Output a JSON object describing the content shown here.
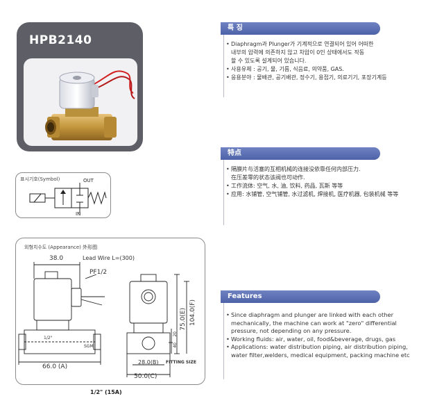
{
  "product": {
    "model": "HPB2140"
  },
  "symbol": {
    "label": "표시기호(Symbol)",
    "out_label": "OUT",
    "in_label": "IN"
  },
  "appearance": {
    "label": "외형치수도 (Appearance) 外形图",
    "dims": {
      "width_top": "38.0",
      "lead_wire": "Lead Wire L=(300)",
      "port": "PF1/2",
      "total_height": "104.0(F)",
      "body_height": "75.0(E)",
      "h1": "40",
      "h2": "20",
      "length_a": "66.0 (A)",
      "pipe_label": "1/2\"",
      "sgm": "SGM",
      "width_b": "28.0(B)",
      "width_c": "50.0(C)",
      "fitting_size": "FITTING SIZE"
    },
    "size_caption": "1/2\" (15A)"
  },
  "korean": {
    "header": "특  징",
    "items": [
      [
        "Diaphragm과 Plunger가 기계적으로 연결되어 있어 어떠한",
        "내부의 압력에 의존하지 않고 차압이 0인 상태에서도 작동",
        "할 수 있도록 설계되어 있습니다."
      ],
      [
        "사용유체 : 공기, 물, 기름, 식음료, 의약품, GAS."
      ],
      [
        "응용분야 : 물배관, 공기배관, 정수기, 용접기, 의료기기, 포장기계등"
      ]
    ]
  },
  "chinese": {
    "header": "特点",
    "items": [
      [
        "隔膜片与活塞的互相机械的连接没依靠任何内部压力.",
        "在压差零的状态该阀也可动作."
      ],
      [
        "工作流体: 空气, 水, 油, 饮料, 药品, 瓦斯 等等"
      ],
      [
        "应用: 水铺管, 空气铺管, 水过滤机, 焊接机, 医疗机器, 包装机械 等等"
      ]
    ]
  },
  "english": {
    "header": "Features",
    "items": [
      [
        "Since diaphragm and plunger are linked with each other",
        "mechanically, the machine can work at \"zero\" differential",
        "pressure, not depending on any  pressure."
      ],
      [
        "Working fluids: air, water, oil, food&beverage, drugs, gas"
      ],
      [
        "Applications: water distribution piping,  air distribution piping,",
        "water filter,welders, medical equipment, packing machine etc"
      ]
    ]
  },
  "colors": {
    "header_blue": "#5266aa",
    "card_gray": "#5e5f66",
    "brass": "#c79a3e",
    "wire_red": "#d22020"
  }
}
